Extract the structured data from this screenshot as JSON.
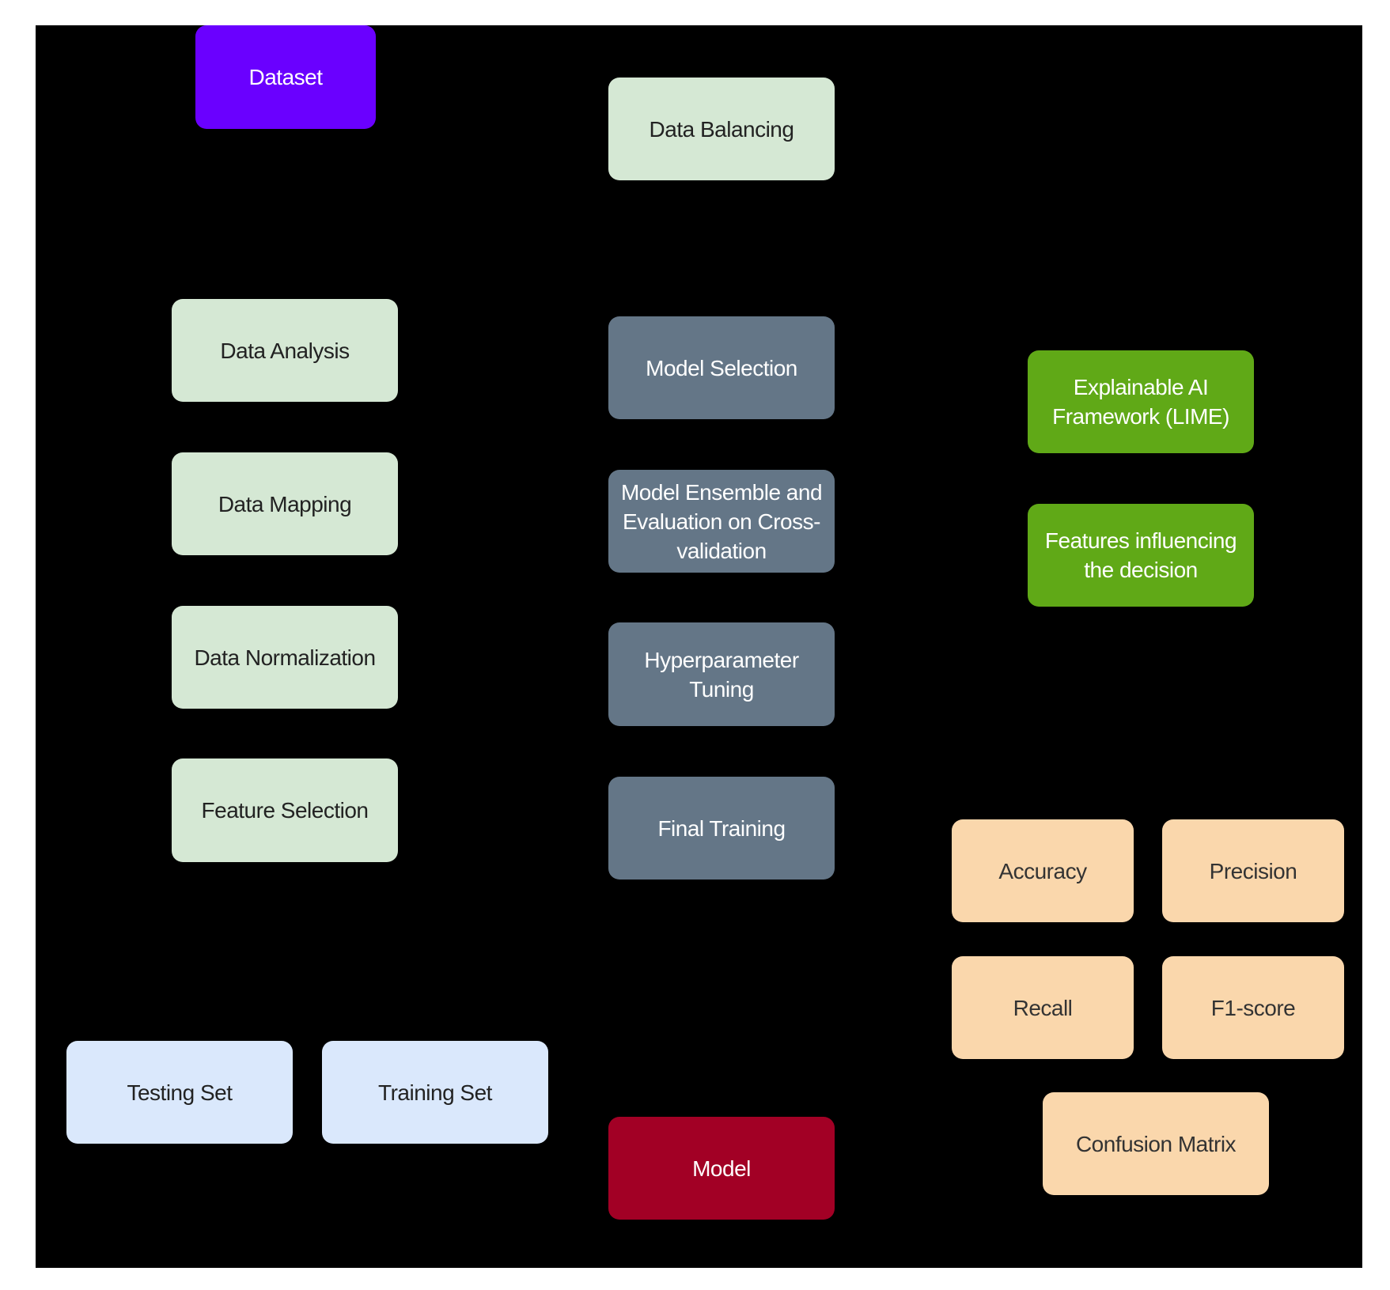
{
  "nodes": {
    "dataset": "Dataset",
    "data_balancing": "Data Balancing",
    "data_analysis": "Data Analysis",
    "data_mapping": "Data Mapping",
    "data_normalization": "Data Normalization",
    "feature_selection": "Feature Selection",
    "model_selection": "Model Selection",
    "model_ensemble": "Model Ensemble and Evaluation on Cross-validation",
    "hyperparameter_tuning": "Hyperparameter Tuning",
    "final_training": "Final Training",
    "explainable_ai": "Explainable AI Framework (LIME)",
    "features_influencing": "Features influencing the decision",
    "accuracy": "Accuracy",
    "precision": "Precision",
    "recall": "Recall",
    "f1_score": "F1-score",
    "confusion_matrix": "Confusion Matrix",
    "testing_set": "Testing Set",
    "training_set": "Training Set",
    "model": "Model"
  },
  "colors": {
    "background": "#000000",
    "preprocessing": "#d5e8d4",
    "modeling": "#647687",
    "explainability": "#60a917",
    "metrics": "#fad7ac",
    "split": "#dae8fc",
    "dataset": "#6a00ff",
    "model": "#a20025"
  }
}
